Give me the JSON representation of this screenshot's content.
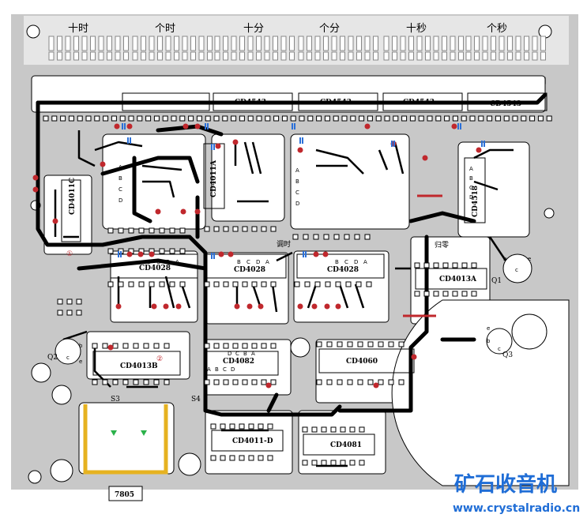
{
  "digit_labels": [
    "十时",
    "个时",
    "十分",
    "个分",
    "十秒",
    "个秒"
  ],
  "chips": {
    "cd4543_b": "CD4543",
    "cd4543_c": "CD4543",
    "cd4543_d": "CD4543",
    "cd4543_e": "CD4543",
    "cd4011c": "CD4011C",
    "cd4011a": "CD4011A",
    "cd4518": "CD4518",
    "cd4028_a": "CD4028",
    "cd4028_b": "CD4028",
    "cd4028_c": "CD4028",
    "cd4013a": "CD4013A",
    "cd4013b": "CD4013B",
    "cd4082": "CD4082",
    "cd4060": "CD4060",
    "cd4011d": "CD4011-D",
    "cd4081": "CD4081",
    "reg7805": "7805"
  },
  "transistors": {
    "q1": "Q1",
    "q2": "Q2",
    "q3": "Q3"
  },
  "switches": {
    "s3": "S3",
    "s4": "S4"
  },
  "button_labels": {
    "adjust": "调时",
    "reset": "归零"
  },
  "markers": {
    "circle_1": "①",
    "circle_2": "②"
  },
  "pin_letters": {
    "bcda": [
      "B",
      "C",
      "D",
      "A"
    ],
    "abcd": [
      "A",
      "B",
      "C",
      "D"
    ],
    "dcba": [
      "D",
      "C",
      "B",
      "A"
    ],
    "abcd_bottom": [
      "A",
      "B",
      "C",
      "D"
    ],
    "bce": [
      "b",
      "c",
      "e"
    ],
    "q2_pins": [
      "b",
      "c",
      "e"
    ],
    "q3_pins": [
      "e",
      "b",
      "c"
    ]
  },
  "watermark": {
    "title": "矿石收音机",
    "url": "www.crystalradio.cn"
  },
  "colors": {
    "board": "#c8c8c8",
    "trace": "#000000",
    "pad_red": "#c0282d",
    "cap_blue": "#2b70d8",
    "jumper_yellow": "#e6b220",
    "watermark_blue": "#1f6dd6"
  }
}
